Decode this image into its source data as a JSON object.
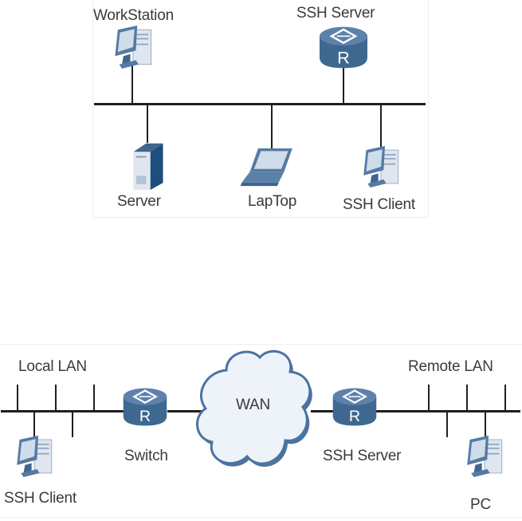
{
  "colors": {
    "device_dark": "#3e6690",
    "device_mid": "#557aa3",
    "device_light": "#c9d7e7",
    "cloud_fill": "#eef3fa",
    "cloud_stroke": "#4c73a0",
    "line": "#1f1f1f",
    "text": "#3a3a3a"
  },
  "diagram_top": {
    "title": "Local SSH network",
    "nodes": [
      {
        "id": "workstation",
        "label": "WorkStation",
        "icon": "desktop-pc-icon"
      },
      {
        "id": "ssh-server",
        "label": "SSH Server",
        "icon": "router-icon"
      },
      {
        "id": "server",
        "label": "Server",
        "icon": "server-tower-icon"
      },
      {
        "id": "laptop",
        "label": "LapTop",
        "icon": "laptop-icon"
      },
      {
        "id": "ssh-client",
        "label": "SSH Client",
        "icon": "desktop-pc-icon"
      }
    ],
    "edges": [
      [
        "workstation",
        "bus"
      ],
      [
        "ssh-server",
        "bus"
      ],
      [
        "server",
        "bus"
      ],
      [
        "laptop",
        "bus"
      ],
      [
        "ssh-client",
        "bus"
      ]
    ]
  },
  "diagram_bottom": {
    "title": "Remote SSH over WAN",
    "nodes": [
      {
        "id": "local-lan",
        "label": "Local LAN",
        "icon": "lan-bus"
      },
      {
        "id": "ssh-client",
        "label": "SSH Client",
        "icon": "desktop-pc-icon"
      },
      {
        "id": "switch",
        "label": "Switch",
        "icon": "router-icon"
      },
      {
        "id": "wan",
        "label": "WAN",
        "icon": "cloud-icon"
      },
      {
        "id": "ssh-server",
        "label": "SSH Server",
        "icon": "router-icon"
      },
      {
        "id": "remote-lan",
        "label": "Remote LAN",
        "icon": "lan-bus"
      },
      {
        "id": "pc",
        "label": "PC",
        "icon": "desktop-pc-icon"
      }
    ],
    "edges": [
      [
        "ssh-client",
        "local-lan"
      ],
      [
        "local-lan",
        "switch"
      ],
      [
        "switch",
        "wan"
      ],
      [
        "wan",
        "ssh-server"
      ],
      [
        "ssh-server",
        "remote-lan"
      ],
      [
        "remote-lan",
        "pc"
      ]
    ]
  }
}
